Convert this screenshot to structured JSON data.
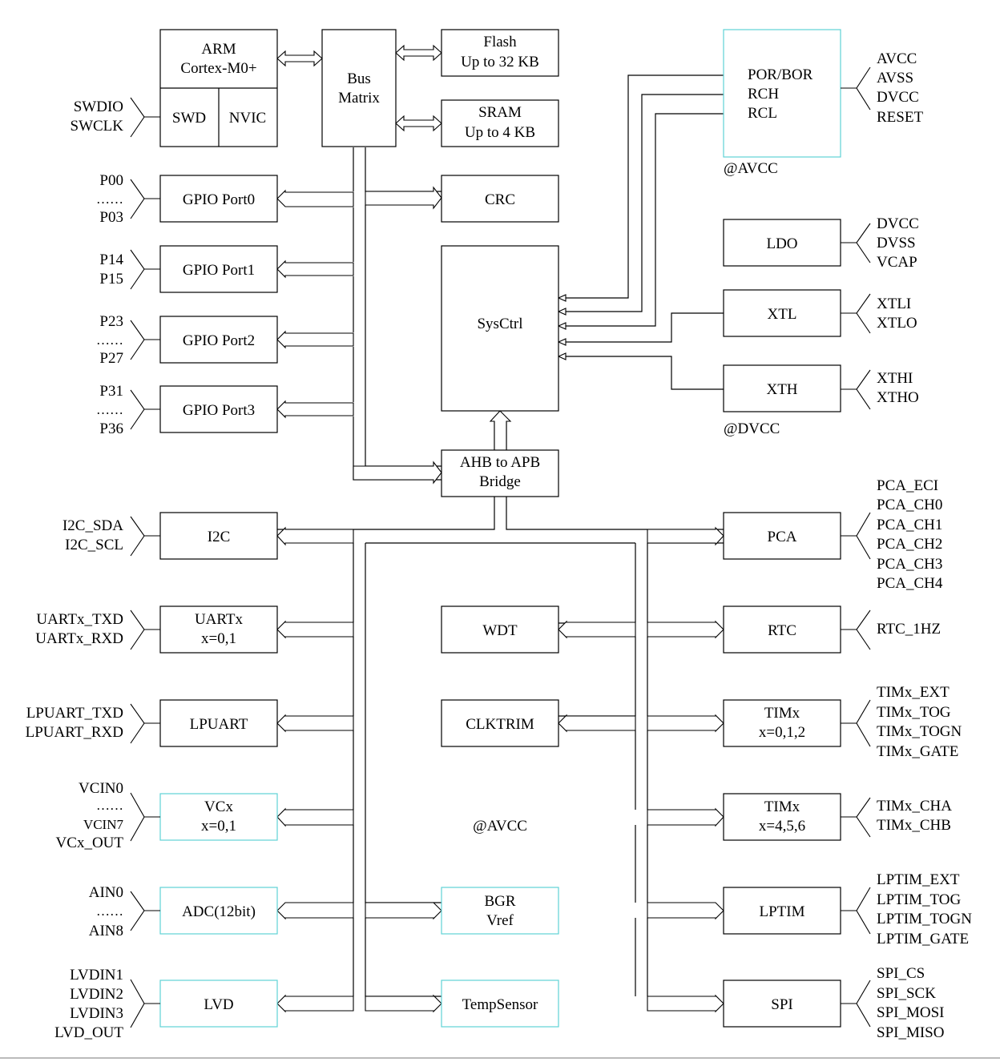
{
  "blocks": {
    "cpu": [
      "ARM",
      "Cortex-M0+"
    ],
    "swd": "SWD",
    "nvic": "NVIC",
    "bus_matrix": [
      "Bus",
      "Matrix"
    ],
    "flash": [
      "Flash",
      "Up to 32 KB"
    ],
    "sram": [
      "SRAM",
      "Up to 4 KB"
    ],
    "crc": "CRC",
    "gpio0": "GPIO Port0",
    "gpio1": "GPIO Port1",
    "gpio2": "GPIO Port2",
    "gpio3": "GPIO Port3",
    "sysctrl": "SysCtrl",
    "ahb_apb": [
      "AHB to APB",
      "Bridge"
    ],
    "por": [
      "POR/BOR",
      "RCH",
      "RCL"
    ],
    "ldo": "LDO",
    "xtl": "XTL",
    "xth": "XTH",
    "i2c": "I2C",
    "uart": [
      "UARTx",
      "x=0,1"
    ],
    "lpuart": "LPUART",
    "vc": [
      "VCx",
      "x=0,1"
    ],
    "adc": "ADC(12bit)",
    "lvd": "LVD",
    "wdt": "WDT",
    "clktrim": "CLKTRIM",
    "bgr": [
      "BGR",
      "Vref"
    ],
    "tempsensor": "TempSensor",
    "pca": "PCA",
    "rtc": "RTC",
    "tim012": [
      "TIMx",
      "x=0,1,2"
    ],
    "tim456": [
      "TIMx",
      "x=4,5,6"
    ],
    "lptim": "LPTIM",
    "spi": "SPI"
  },
  "domains": {
    "avcc_top": "@AVCC",
    "dvcc": "@DVCC",
    "avcc_mid": "@AVCC"
  },
  "pins": {
    "swd": [
      "SWDIO",
      "SWCLK"
    ],
    "gpio0": [
      "P00",
      "……",
      "P03"
    ],
    "gpio1": [
      "P14",
      "P15"
    ],
    "gpio2": [
      "P23",
      "……",
      "P27"
    ],
    "gpio3": [
      "P31",
      "……",
      "P36"
    ],
    "i2c": [
      "I2C_SDA",
      "I2C_SCL"
    ],
    "uart": [
      "UARTx_TXD",
      "UARTx_RXD"
    ],
    "lpuart": [
      "LPUART_TXD",
      "LPUART_RXD"
    ],
    "vc": [
      "VCIN0",
      "……",
      "VCIN7",
      "VCx_OUT"
    ],
    "adc": [
      "AIN0",
      "……",
      "AIN8"
    ],
    "lvd": [
      "LVDIN1",
      "LVDIN2",
      "LVDIN3",
      "LVD_OUT"
    ],
    "por": [
      "AVCC",
      "AVSS",
      "DVCC",
      "RESET"
    ],
    "ldo": [
      "DVCC",
      "DVSS",
      "VCAP"
    ],
    "xtl": [
      "XTLI",
      "XTLO"
    ],
    "xth": [
      "XTHI",
      "XTHO"
    ],
    "pca": [
      "PCA_ECI",
      "PCA_CH0",
      "PCA_CH1",
      "PCA_CH2",
      "PCA_CH3",
      "PCA_CH4"
    ],
    "rtc": [
      "RTC_1HZ"
    ],
    "tim012": [
      "TIMx_EXT",
      "TIMx_TOG",
      "TIMx_TOGN",
      "TIMx_GATE"
    ],
    "tim456": [
      "TIMx_CHA",
      "TIMx_CHB"
    ],
    "lptim": [
      "LPTIM_EXT",
      "LPTIM_TOG",
      "LPTIM_TOGN",
      "LPTIM_GATE"
    ],
    "spi": [
      "SPI_CS",
      "SPI_SCK",
      "SPI_MOSI",
      "SPI_MISO"
    ]
  }
}
